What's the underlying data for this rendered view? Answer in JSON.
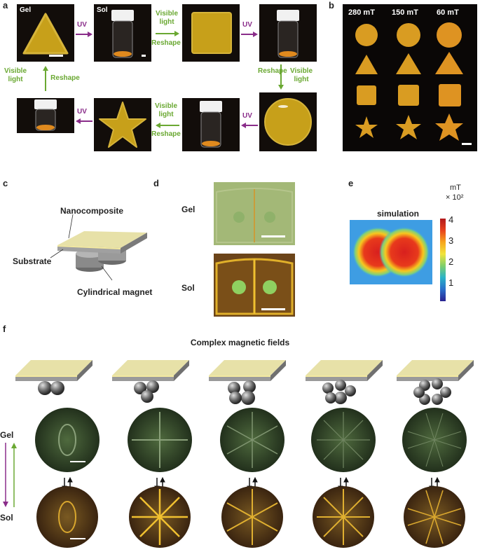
{
  "panels": {
    "a": "a",
    "b": "b",
    "c": "c",
    "d": "d",
    "e": "e",
    "f": "f"
  },
  "a": {
    "gel": "Gel",
    "sol": "Sol",
    "uv": "UV",
    "visible_light_reshape": [
      "Visible",
      "light",
      "Reshape"
    ],
    "reshape_visible_light": [
      "Reshape",
      "Visible",
      "light"
    ],
    "visible_light_left": [
      "Visible",
      "light"
    ],
    "reshape_left": "Reshape"
  },
  "b": {
    "fields": [
      "280 mT",
      "150 mT",
      "60 mT"
    ]
  },
  "c": {
    "nanocomposite": "Nanocomposite",
    "substrate": "Substrate",
    "magnet": "Cylindrical magnet"
  },
  "d": {
    "gel": "Gel",
    "sol": "Sol"
  },
  "e": {
    "title": "simulation",
    "unit": "mT",
    "scale": "× 10²",
    "ticks": [
      "4",
      "3",
      "2",
      "1"
    ]
  },
  "f": {
    "title": "Complex magnetic fields",
    "gel": "Gel",
    "sol": "Sol"
  },
  "colors": {
    "green_arrow": "#6aa832",
    "purple_arrow": "#8a2d8a",
    "gel_yellow": "#c9a21a"
  }
}
